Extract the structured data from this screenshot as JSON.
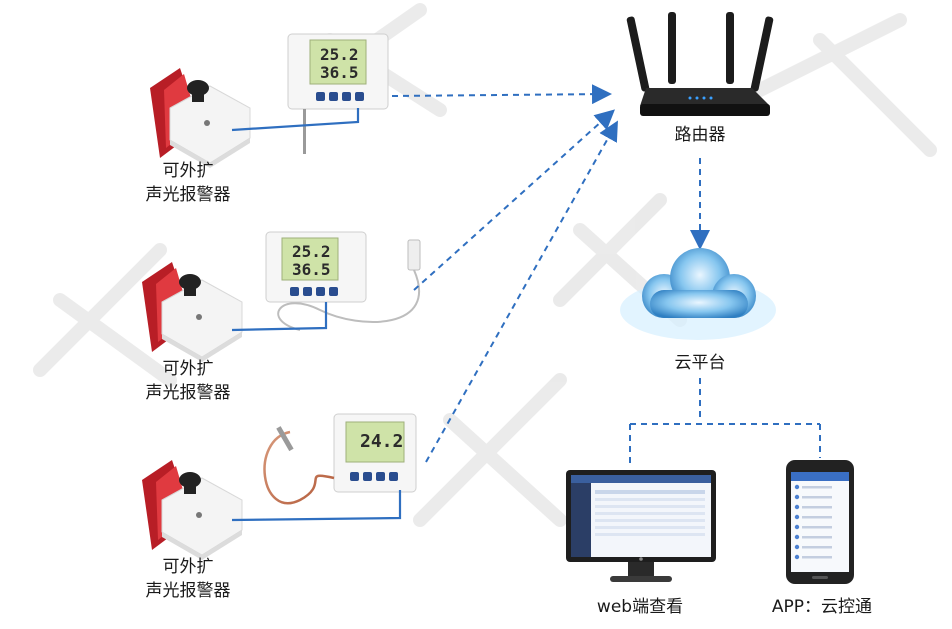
{
  "alarm_label_line1": "可外扩",
  "alarm_label_line2": "声光报警器",
  "router_label": "路由器",
  "cloud_label": "云平台",
  "web_label": "web端查看",
  "app_label": "APP：云控通",
  "devices": [
    {
      "temp": "25.2",
      "humidity": "36.5"
    },
    {
      "temp": "25.2",
      "humidity": "36.5"
    },
    {
      "temp": "24.2",
      "humidity": ""
    }
  ],
  "colors": {
    "link": "#2f6fc0",
    "alarm_red": "#c8232c",
    "lcd": "#cfe3a8",
    "router": "#1c1c1c",
    "cloud": "#4a9fd8"
  }
}
